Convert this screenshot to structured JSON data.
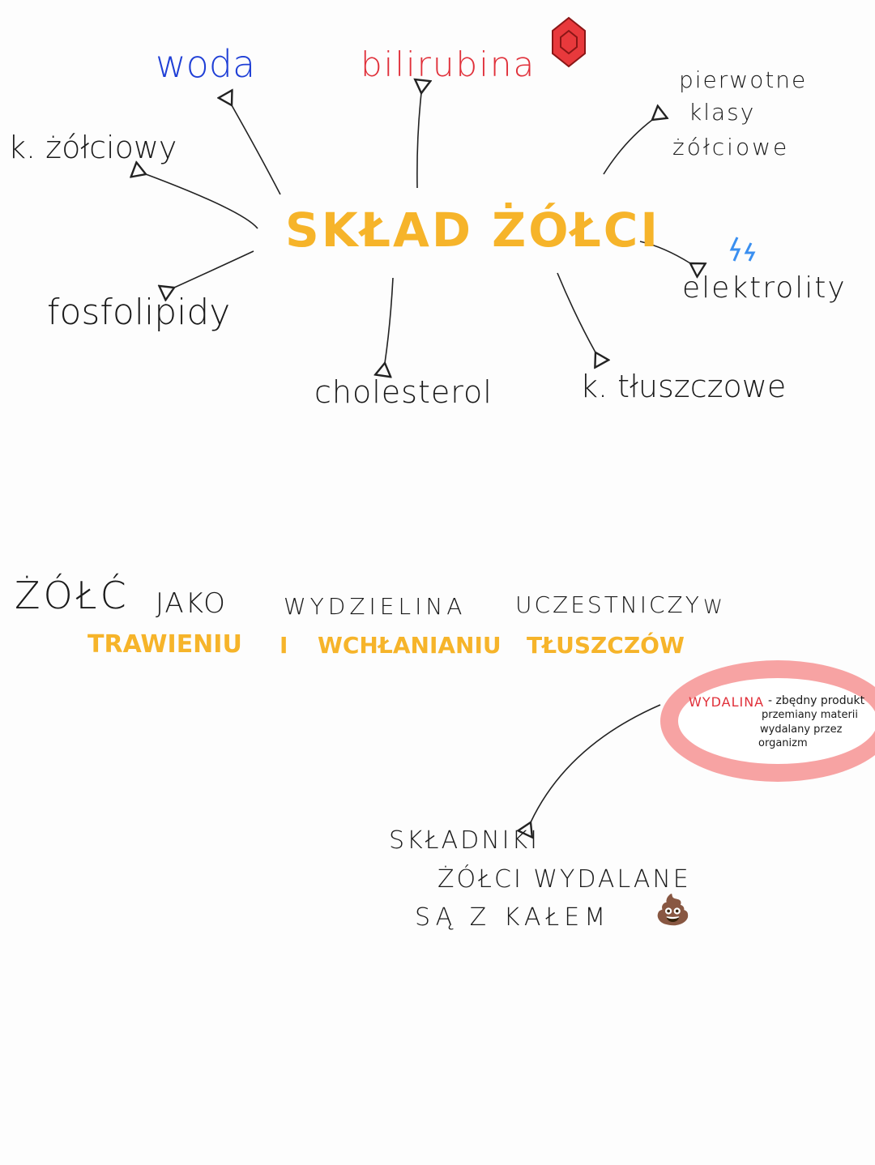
{
  "mindmap": {
    "center": "SKŁAD ŻÓŁCI",
    "nodes": {
      "woda": "woda",
      "bilirubina": "bilirubina",
      "kwasy_zolciowe": "k. żółciowy",
      "pierwotne_1": "pierwotne",
      "pierwotne_2": "klasy",
      "pierwotne_3": "żółciowe",
      "elektrolity": "elektrolity",
      "fosfolipidy": "fosfolipidy",
      "cholesterol": "cholesterol",
      "kwasy_tluszczowe": "k. tłuszczowe"
    },
    "colors": {
      "woda": "#1f3fd6",
      "bilirubina": "#e0303a",
      "center": "#f6b42a",
      "lightning": "#3a8ff0",
      "gem": "#e8393c"
    }
  },
  "statement": {
    "line1": [
      "ŻÓŁĆ",
      "JAKO",
      "WYDZIELINA",
      "UCZESTNICZY",
      "W"
    ],
    "line2": [
      "TRAWIENIU",
      "I",
      "WCHŁANIANIU",
      "TŁUSZCZÓW"
    ]
  },
  "definition": {
    "term": "WYDALINA",
    "lines": [
      "- zbędny produkt",
      "przemiany materii",
      "wydalany przez",
      "organizm"
    ],
    "term_color": "#e0303a",
    "ring_color": "#f7a3a3"
  },
  "conclusion": {
    "lines": [
      "SKŁADNIKI",
      "ŻÓŁCI  WYDALANE",
      "SĄ  Z  KAŁEM"
    ],
    "emoji": "💩"
  }
}
